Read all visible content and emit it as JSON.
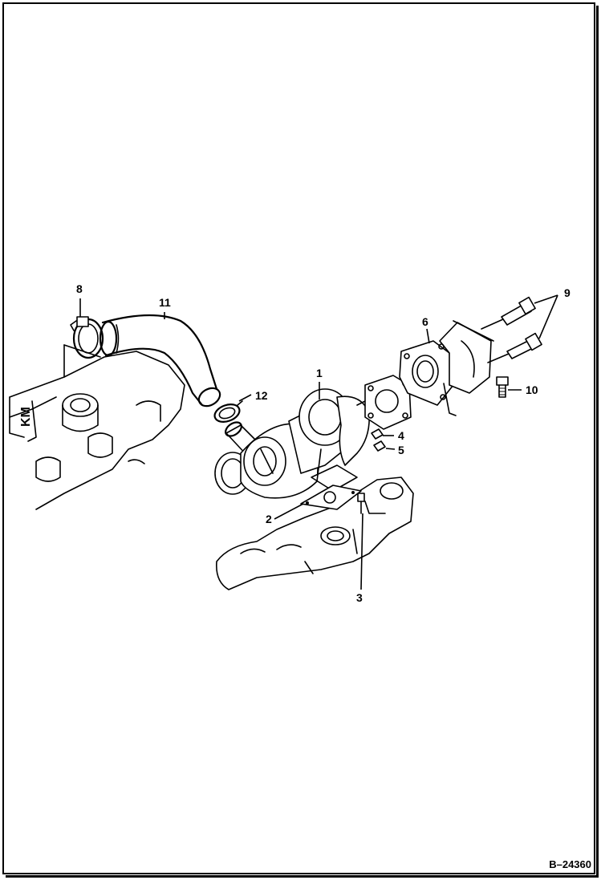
{
  "figure_number": "B–24360",
  "callouts": {
    "c1": "1",
    "c2": "2",
    "c3": "3",
    "c4": "4",
    "c5": "5",
    "c6": "6",
    "c8": "8",
    "c9": "9",
    "c10": "10",
    "c11": "11",
    "c12": "12"
  }
}
